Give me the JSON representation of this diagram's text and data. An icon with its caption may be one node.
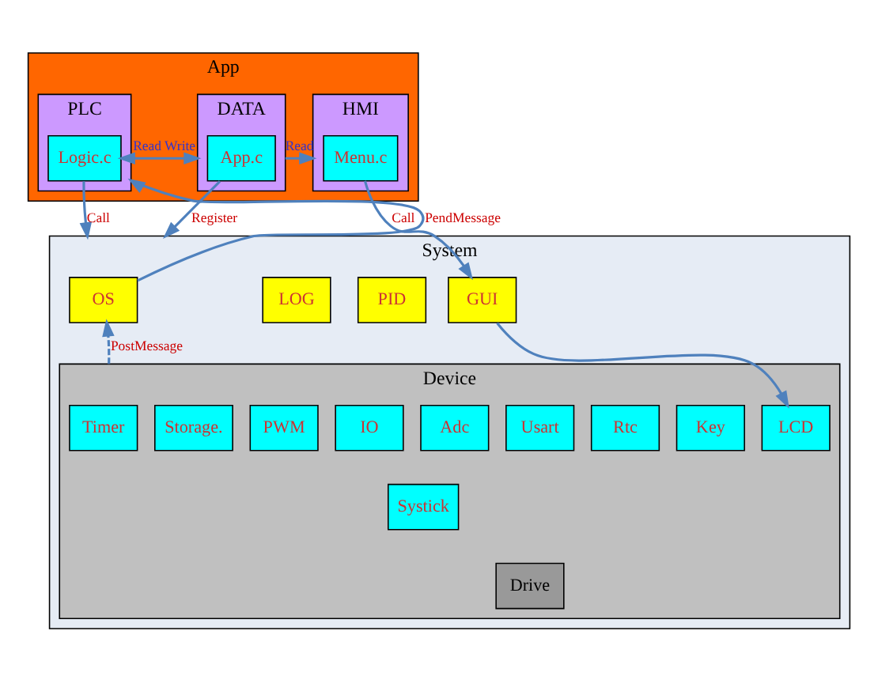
{
  "diagram": {
    "nodes": [
      {
        "text": [
          "App"
        ]
      },
      {
        "text": [
          "PLC"
        ],
        "in": 0
      },
      {
        "text": [
          "Logic.c"
        ],
        "in": 1
      },
      {
        "text": [
          "DATA"
        ],
        "in": 0
      },
      {
        "text": [
          "App.c"
        ],
        "in": 3
      },
      {
        "text": [
          "HMI"
        ],
        "in": 0
      },
      {
        "text": [
          "Menu.c"
        ],
        "in": 5
      },
      {
        "text": [
          "System"
        ]
      },
      {
        "text": [
          "OS"
        ],
        "in": 7
      },
      {
        "text": [
          "PID"
        ],
        "in": 7
      },
      {
        "text": [
          "LOG"
        ],
        "in": 7
      },
      {
        "text": [
          "GUI"
        ],
        "in": 7
      },
      {
        "text": [
          "Device"
        ],
        "in": 7
      },
      {
        "text": [
          "Timer"
        ],
        "in": 12
      },
      {
        "text": [
          "Key"
        ],
        "in": 12
      },
      {
        "text": [
          "Rtc"
        ],
        "in": 12
      },
      {
        "text": [
          "Usart"
        ],
        "in": 12
      },
      {
        "text": [
          "Adc"
        ],
        "in": 12
      },
      {
        "text": [
          "Systick"
        ],
        "in": 12
      },
      {
        "text": [
          "IO"
        ],
        "in": 12
      },
      {
        "text": [
          "PWM"
        ],
        "in": 12
      },
      {
        "text": [
          "Storage."
        ],
        "in": 12
      },
      {
        "text": [
          "LCD"
        ],
        "in": 12
      },
      {
        "text": [
          "Drive"
        ],
        "in": 12
      }
    ],
    "edges": [
      {
        "from": 2,
        "to": 3,
        "arrow": "both",
        "label": "Read Write"
      },
      {
        "from": 3,
        "to": 5,
        "arrow": "to",
        "label": "Read"
      },
      {
        "from": 2,
        "to": 7,
        "arrow": "to",
        "label": "Call"
      },
      {
        "from": 4,
        "to": 7,
        "arrow": "to",
        "label": "Register"
      },
      {
        "from": 6,
        "to": 11,
        "arrow": "to",
        "label": "Call"
      },
      {
        "from": 8,
        "to": 1,
        "arrow": "to",
        "label": "PendMessage"
      },
      {
        "from": 12,
        "to": 8,
        "arrow": "to",
        "label": "PostMessage",
        "style": "dashed"
      },
      {
        "from": 11,
        "to": 22,
        "arrow": "to"
      }
    ]
  }
}
